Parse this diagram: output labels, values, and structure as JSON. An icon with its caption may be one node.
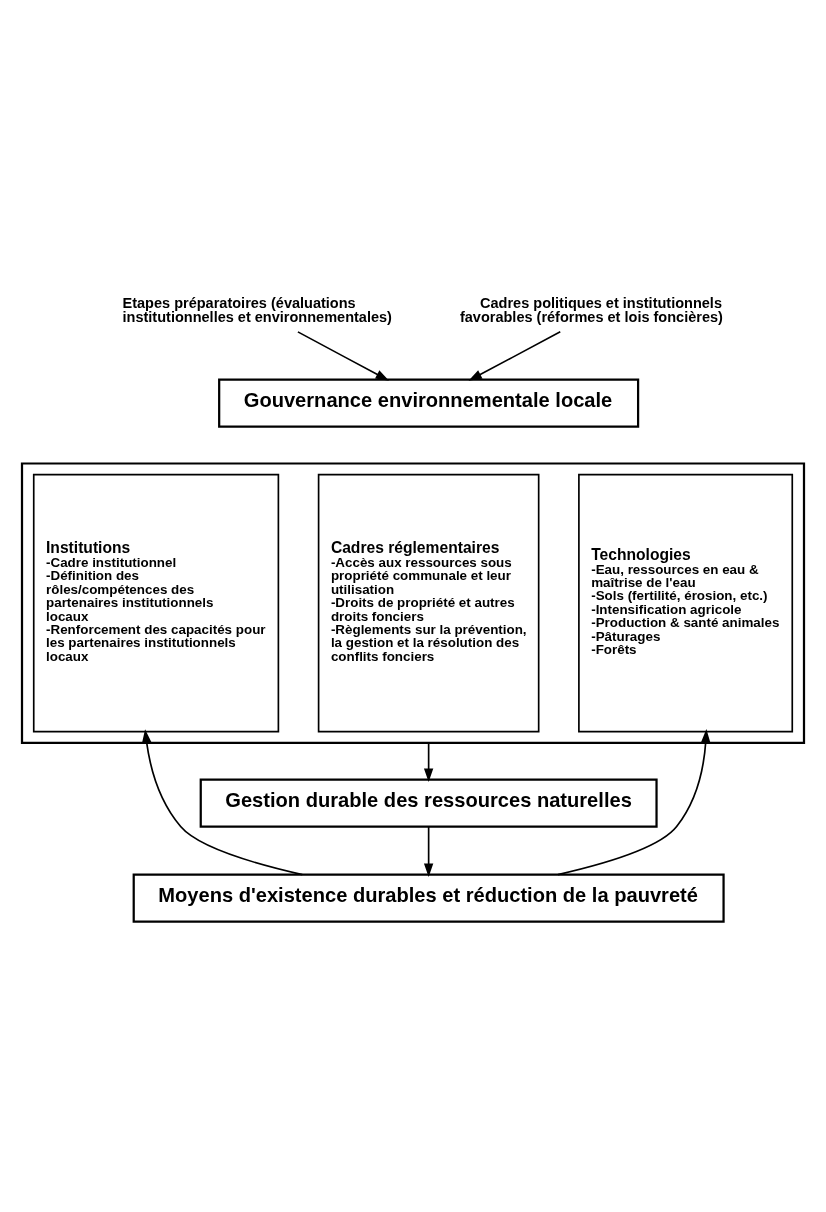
{
  "diagram": {
    "nodes": [
      {
        "text": [
          "Etapes préparatoires (évaluations institutionnelles et environnementales)"
        ]
      },
      {
        "text": [
          "Cadres politiques et institutionnels favorables (réformes et lois foncières)"
        ]
      },
      {
        "text": [
          "Gouvernance environnementale locale"
        ]
      },
      {
        "text": [],
        "shape": "box"
      },
      {
        "text": [
          "Institutions",
          "-Cadre institutionnel",
          "-Définition des rôles/compétences des partenaires institutionnels locaux",
          "-Renforcement des capacités pour les partenaires institutionnels locaux"
        ],
        "in": 3
      },
      {
        "text": [
          "Cadres réglementaires",
          "-Accès aux ressources sous propriété communale et leur utilisation",
          "-Droits de propriété et autres droits fonciers",
          "-Règlements sur la prévention, la gestion et la résolution des conflits fonciers"
        ],
        "in": 3
      },
      {
        "text": [
          "Technologies",
          "-Eau, ressources en eau & maîtrise de l'eau",
          "-Sols (fertilité, érosion, etc.)",
          "-Intensification agricole",
          "-Production & santé animales",
          "-Pâturages",
          "-Forêts"
        ],
        "in": 3
      },
      {
        "text": [
          "Gestion durable des ressources naturelles"
        ]
      },
      {
        "text": [
          "Moyens d'existence durables et réduction de la pauvreté"
        ]
      }
    ],
    "edges": [
      {
        "from": 0,
        "to": 2,
        "arrow": "to"
      },
      {
        "from": 1,
        "to": 2,
        "arrow": "to"
      },
      {
        "from": 3,
        "to": 7,
        "arrow": "to"
      },
      {
        "from": 7,
        "to": 8,
        "arrow": "to"
      },
      {
        "from": 8,
        "to": 4,
        "arrow": "to"
      },
      {
        "from": 8,
        "to": 6,
        "arrow": "to"
      }
    ]
  }
}
